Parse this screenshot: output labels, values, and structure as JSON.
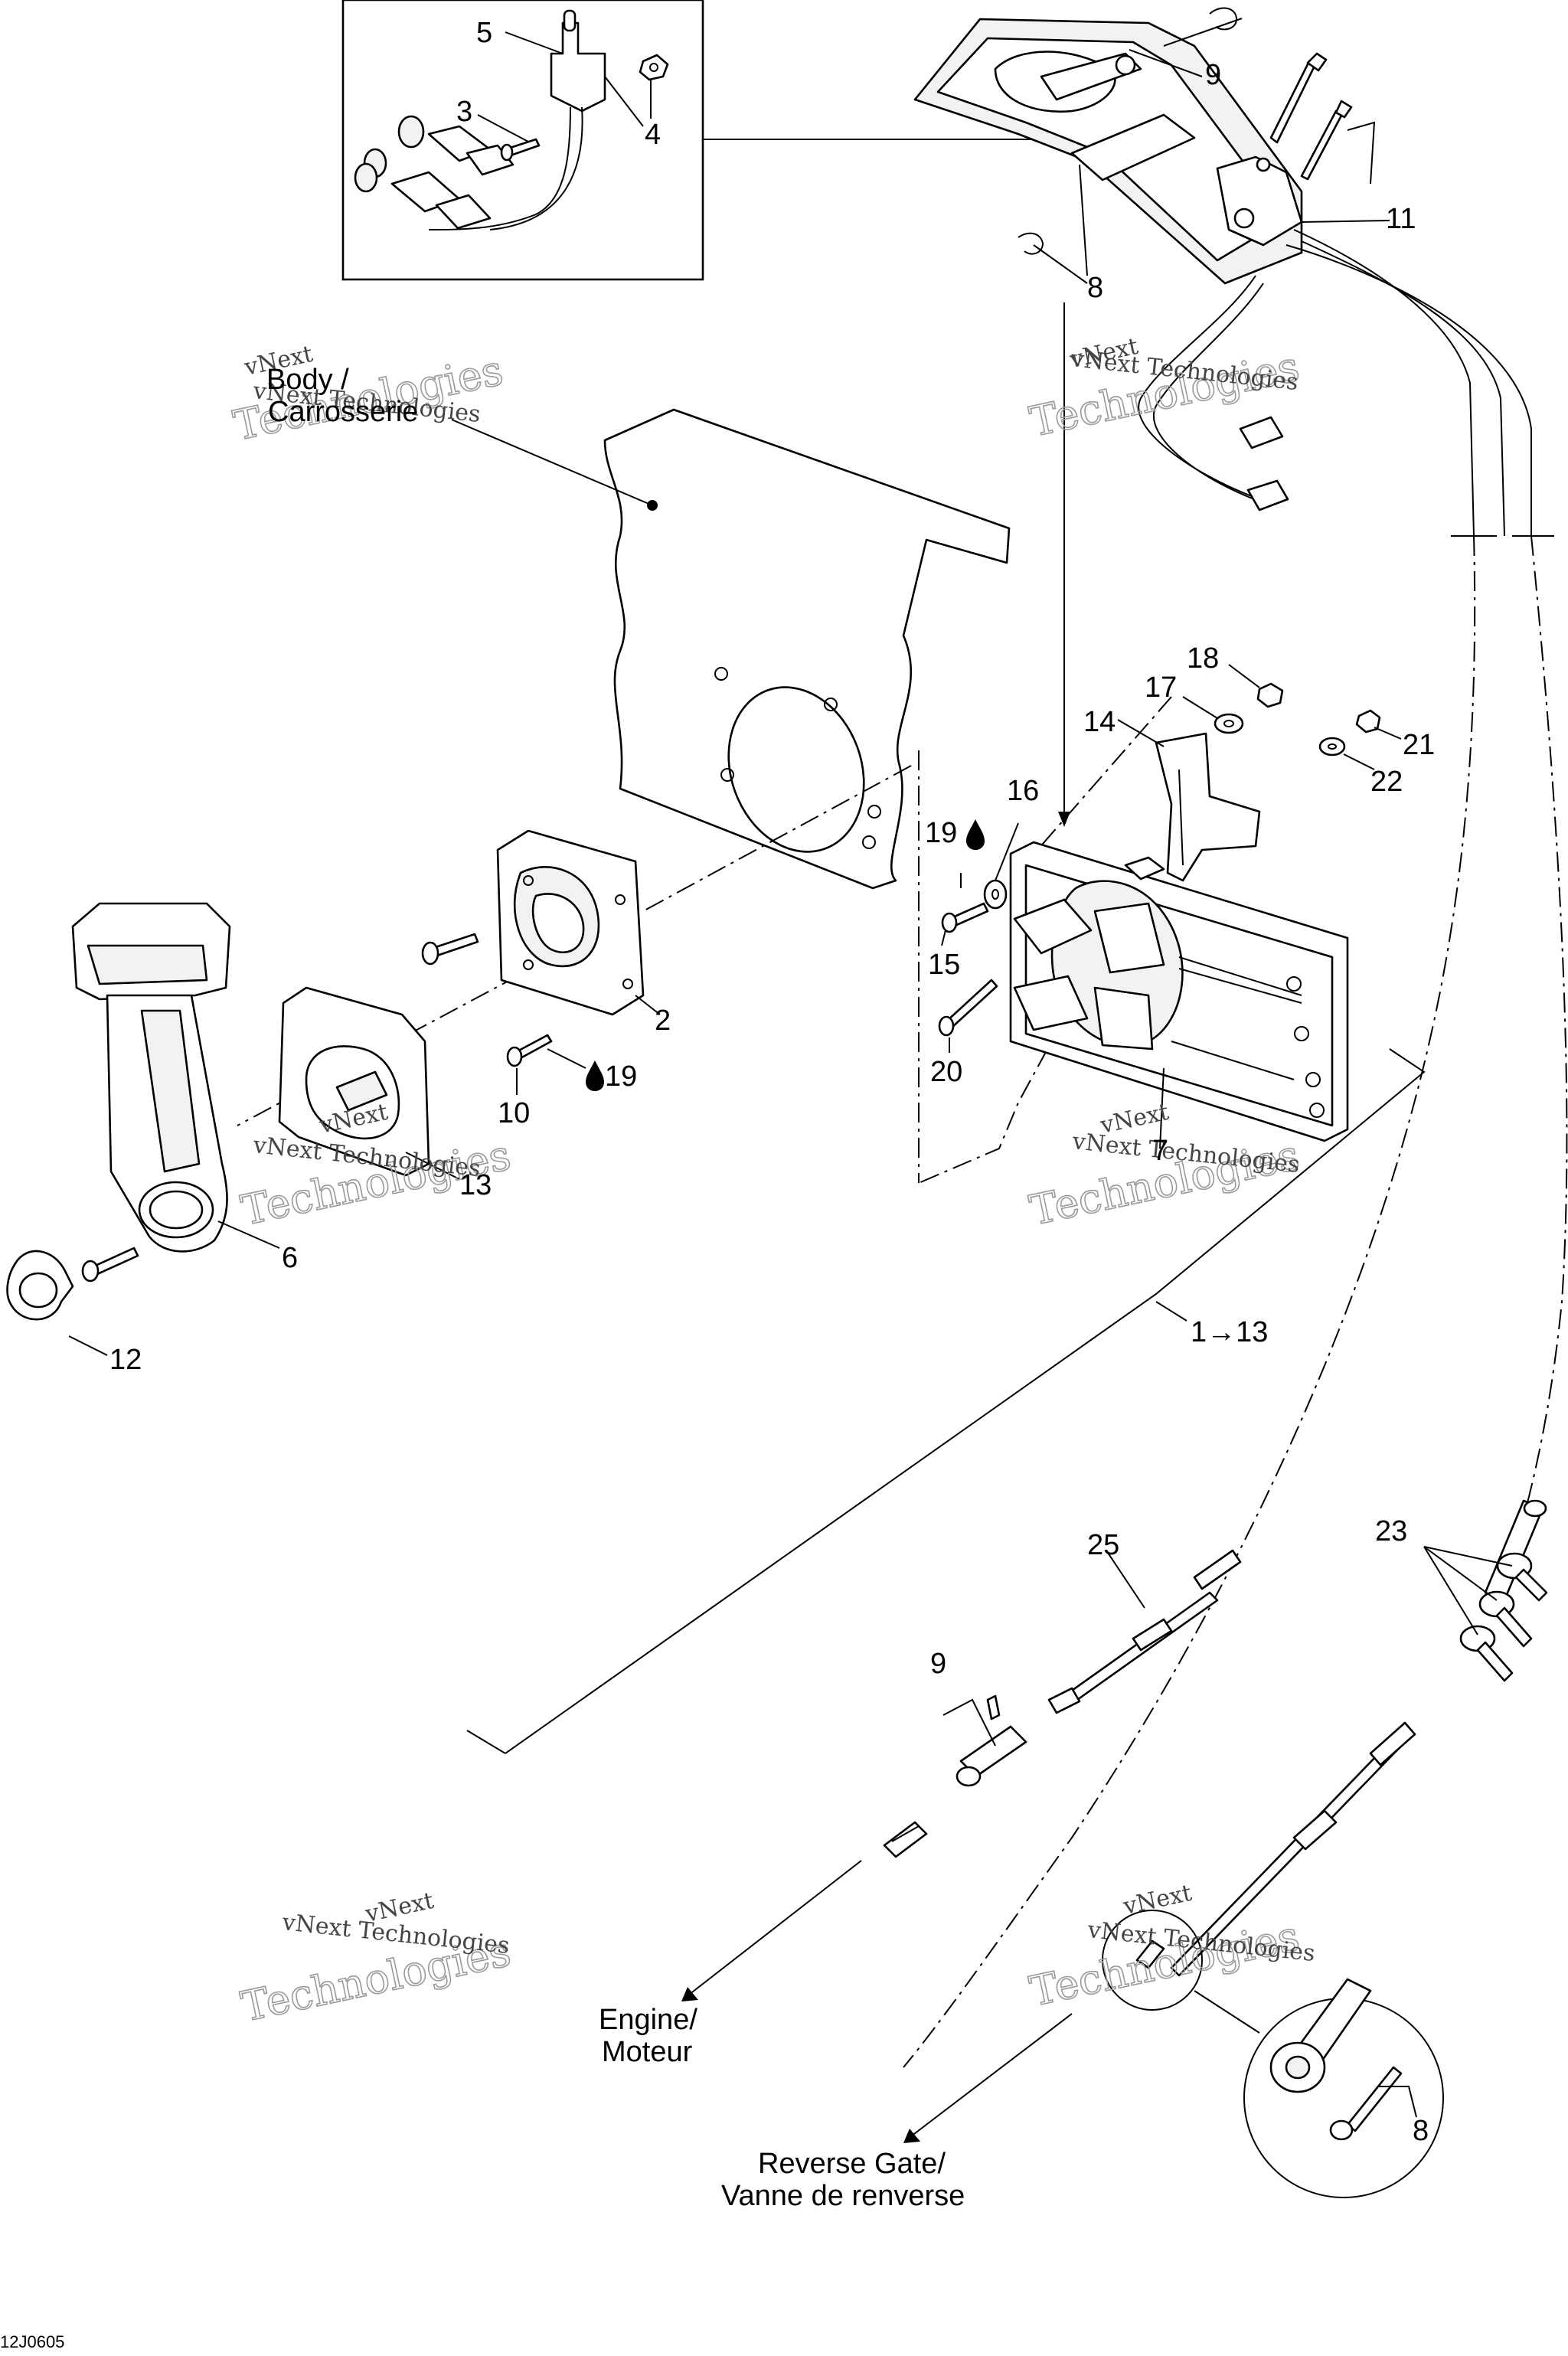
{
  "callouts": {
    "n1_13": "1→13",
    "n2": "2",
    "n3": "3",
    "n4": "4",
    "n5": "5",
    "n6": "6",
    "n7": "7",
    "n8_top": "8",
    "n8_bottom": "8",
    "n9_top": "9",
    "n9_mid": "9",
    "n10": "10",
    "n11": "11",
    "n12": "12",
    "n13": "13",
    "n14": "14",
    "n15": "15",
    "n16": "16",
    "n17": "17",
    "n18": "18",
    "n19_left": "19",
    "n19_right": "19",
    "n20": "20",
    "n21": "21",
    "n22": "22",
    "n23": "23",
    "n25": "25"
  },
  "captions": {
    "body_line1": "Body /",
    "body_line2": "Carrosserie",
    "engine_line1": "Engine/",
    "engine_line2": "Moteur",
    "reverse_line1": "Reverse Gate/",
    "reverse_line2": "Vanne de renverse"
  },
  "reference_code": "12J0605",
  "watermark": {
    "line1": "vNext Technologies",
    "line2": "Technologies"
  },
  "icons": {
    "drop": "liquid-drop-icon",
    "arrow": "right-arrow-glyph"
  }
}
